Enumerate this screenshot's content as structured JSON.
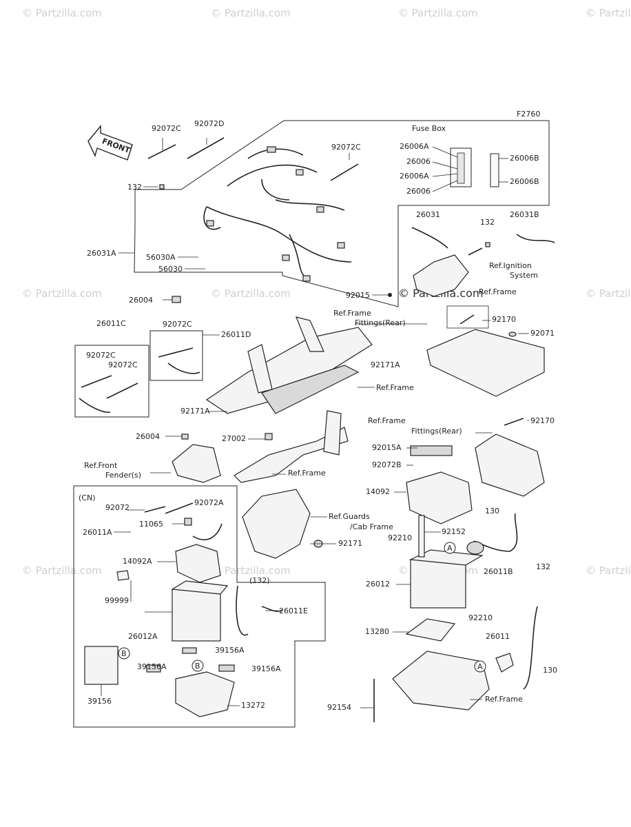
{
  "figure_code": "F2760",
  "front_label": "FRONT",
  "watermark": "© Partzilla.com",
  "fuse_box": {
    "title": "Fuse Box",
    "labels": [
      "26006A",
      "26006",
      "26006A",
      "26006",
      "26006B",
      "26006B"
    ]
  },
  "callouts": {
    "c1": "92072C",
    "c2": "92072D",
    "c3": "92072C",
    "c4": "132",
    "c5": "26031A",
    "c6": "56030A",
    "c7": "56030",
    "c8": "26004",
    "c9": "26031",
    "c10": "132",
    "c11": "26031B",
    "c12": "Ref.Ignition",
    "c13": "System",
    "c14": "92015",
    "c15": "Ref.Frame",
    "c16": "Ref.Frame",
    "c17": "Fittings(Rear)",
    "c18": "92170",
    "c19": "92071",
    "c20": "26011C",
    "c21": "92072C",
    "c22": "26011D",
    "c23": "92072C",
    "c24": "92072C",
    "c25": "92171A",
    "c26": "Ref.Frame",
    "c27": "92171A",
    "c28": "26004",
    "c29": "27002",
    "c30": "Ref.Front",
    "c31": "Fender(s)",
    "c32": "Ref.Frame",
    "c33": "Ref.Frame",
    "c34": "Fittings(Rear)",
    "c35": "92170",
    "c36": "92015A",
    "c37": "92072B",
    "c38": "14092",
    "c39": "(CN)",
    "c40": "92072",
    "c41": "92072A",
    "c42": "11065",
    "c43": "26011A",
    "c44": "Ref.Guards",
    "c45": "/Cab Frame",
    "c46": "92171",
    "c47": "130",
    "c48": "92152",
    "c49": "92210",
    "c50": "14092A",
    "c51": "(132)",
    "c52": "26011B",
    "c53": "132",
    "c54": "26012",
    "c55": "99999",
    "c56": "26011E",
    "c57": "92210",
    "c58": "26012A",
    "c59": "13280",
    "c60": "39156A",
    "c61": "39156A",
    "c62": "39156A",
    "c63": "26011",
    "c64": "39156",
    "c65": "13272",
    "c66": "130",
    "c67": "Ref.Frame",
    "c68": "92154",
    "c69": "A",
    "c70": "A",
    "c71": "B",
    "c72": "B"
  }
}
